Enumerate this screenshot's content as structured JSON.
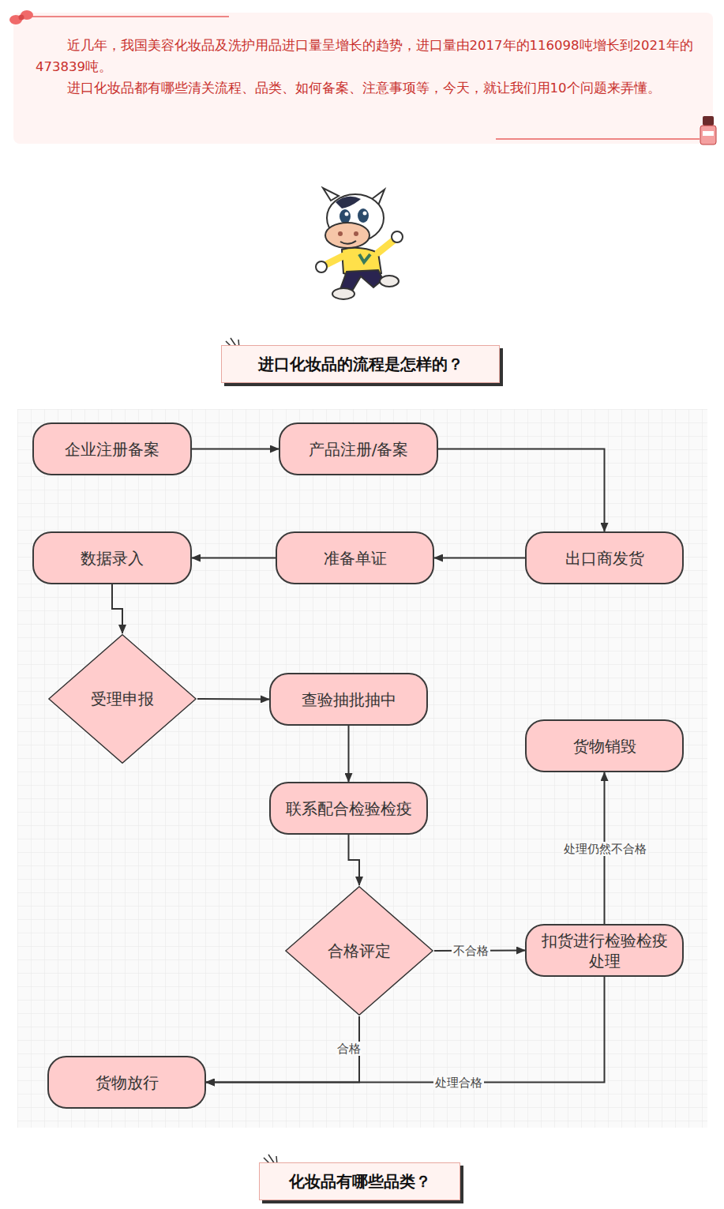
{
  "diagram": {
    "nodes": [
      {
        "text": [
          "近几年，我国美容化妆品及洗护用品进口量呈增长的趋势，进口量由2017年的116098吨增长到2021年的473839吨。",
          "进口化妆品都有哪些清关流程、品类、如何备案、注意事项等，今天，就让我们用10个问题来弄懂。"
        ]
      },
      {
        "text": [
          "进口化妆品的流程是怎样的？"
        ]
      },
      {
        "text": [
          "企业注册备案"
        ]
      },
      {
        "text": [
          "产品注册/备案"
        ]
      },
      {
        "text": [
          "出口商发货"
        ]
      },
      {
        "text": [
          "准备单证"
        ]
      },
      {
        "text": [
          "数据录入"
        ]
      },
      {
        "text": [
          "受理申报"
        ]
      },
      {
        "text": [
          "查验抽批抽中"
        ]
      },
      {
        "text": [
          "联系配合检验检疫"
        ]
      },
      {
        "text": [
          "合格评定"
        ]
      },
      {
        "text": [
          "扣货进行检验检疫处理"
        ]
      },
      {
        "text": [
          "货物销毁"
        ]
      },
      {
        "text": [
          "货物放行"
        ]
      },
      {
        "text": [
          "化妆品有哪些品类？"
        ]
      }
    ],
    "edges": [
      {
        "from": 2,
        "to": 3,
        "arrow": "to"
      },
      {
        "from": 3,
        "to": 4,
        "arrow": "to"
      },
      {
        "from": 4,
        "to": 5,
        "arrow": "to"
      },
      {
        "from": 5,
        "to": 6,
        "arrow": "to"
      },
      {
        "from": 6,
        "to": 7,
        "arrow": "to"
      },
      {
        "from": 7,
        "to": 8,
        "arrow": "to"
      },
      {
        "from": 8,
        "to": 9,
        "arrow": "to"
      },
      {
        "from": 9,
        "to": 10,
        "arrow": "to"
      },
      {
        "from": 10,
        "to": 11,
        "label": "不合格",
        "arrow": "to"
      },
      {
        "from": 11,
        "to": 12,
        "label": "处理仍然不合格",
        "arrow": "to"
      },
      {
        "from": 10,
        "to": 13,
        "label": "合格",
        "arrow": "to"
      },
      {
        "from": 11,
        "to": 13,
        "label": "处理合格",
        "arrow": "to"
      }
    ]
  }
}
